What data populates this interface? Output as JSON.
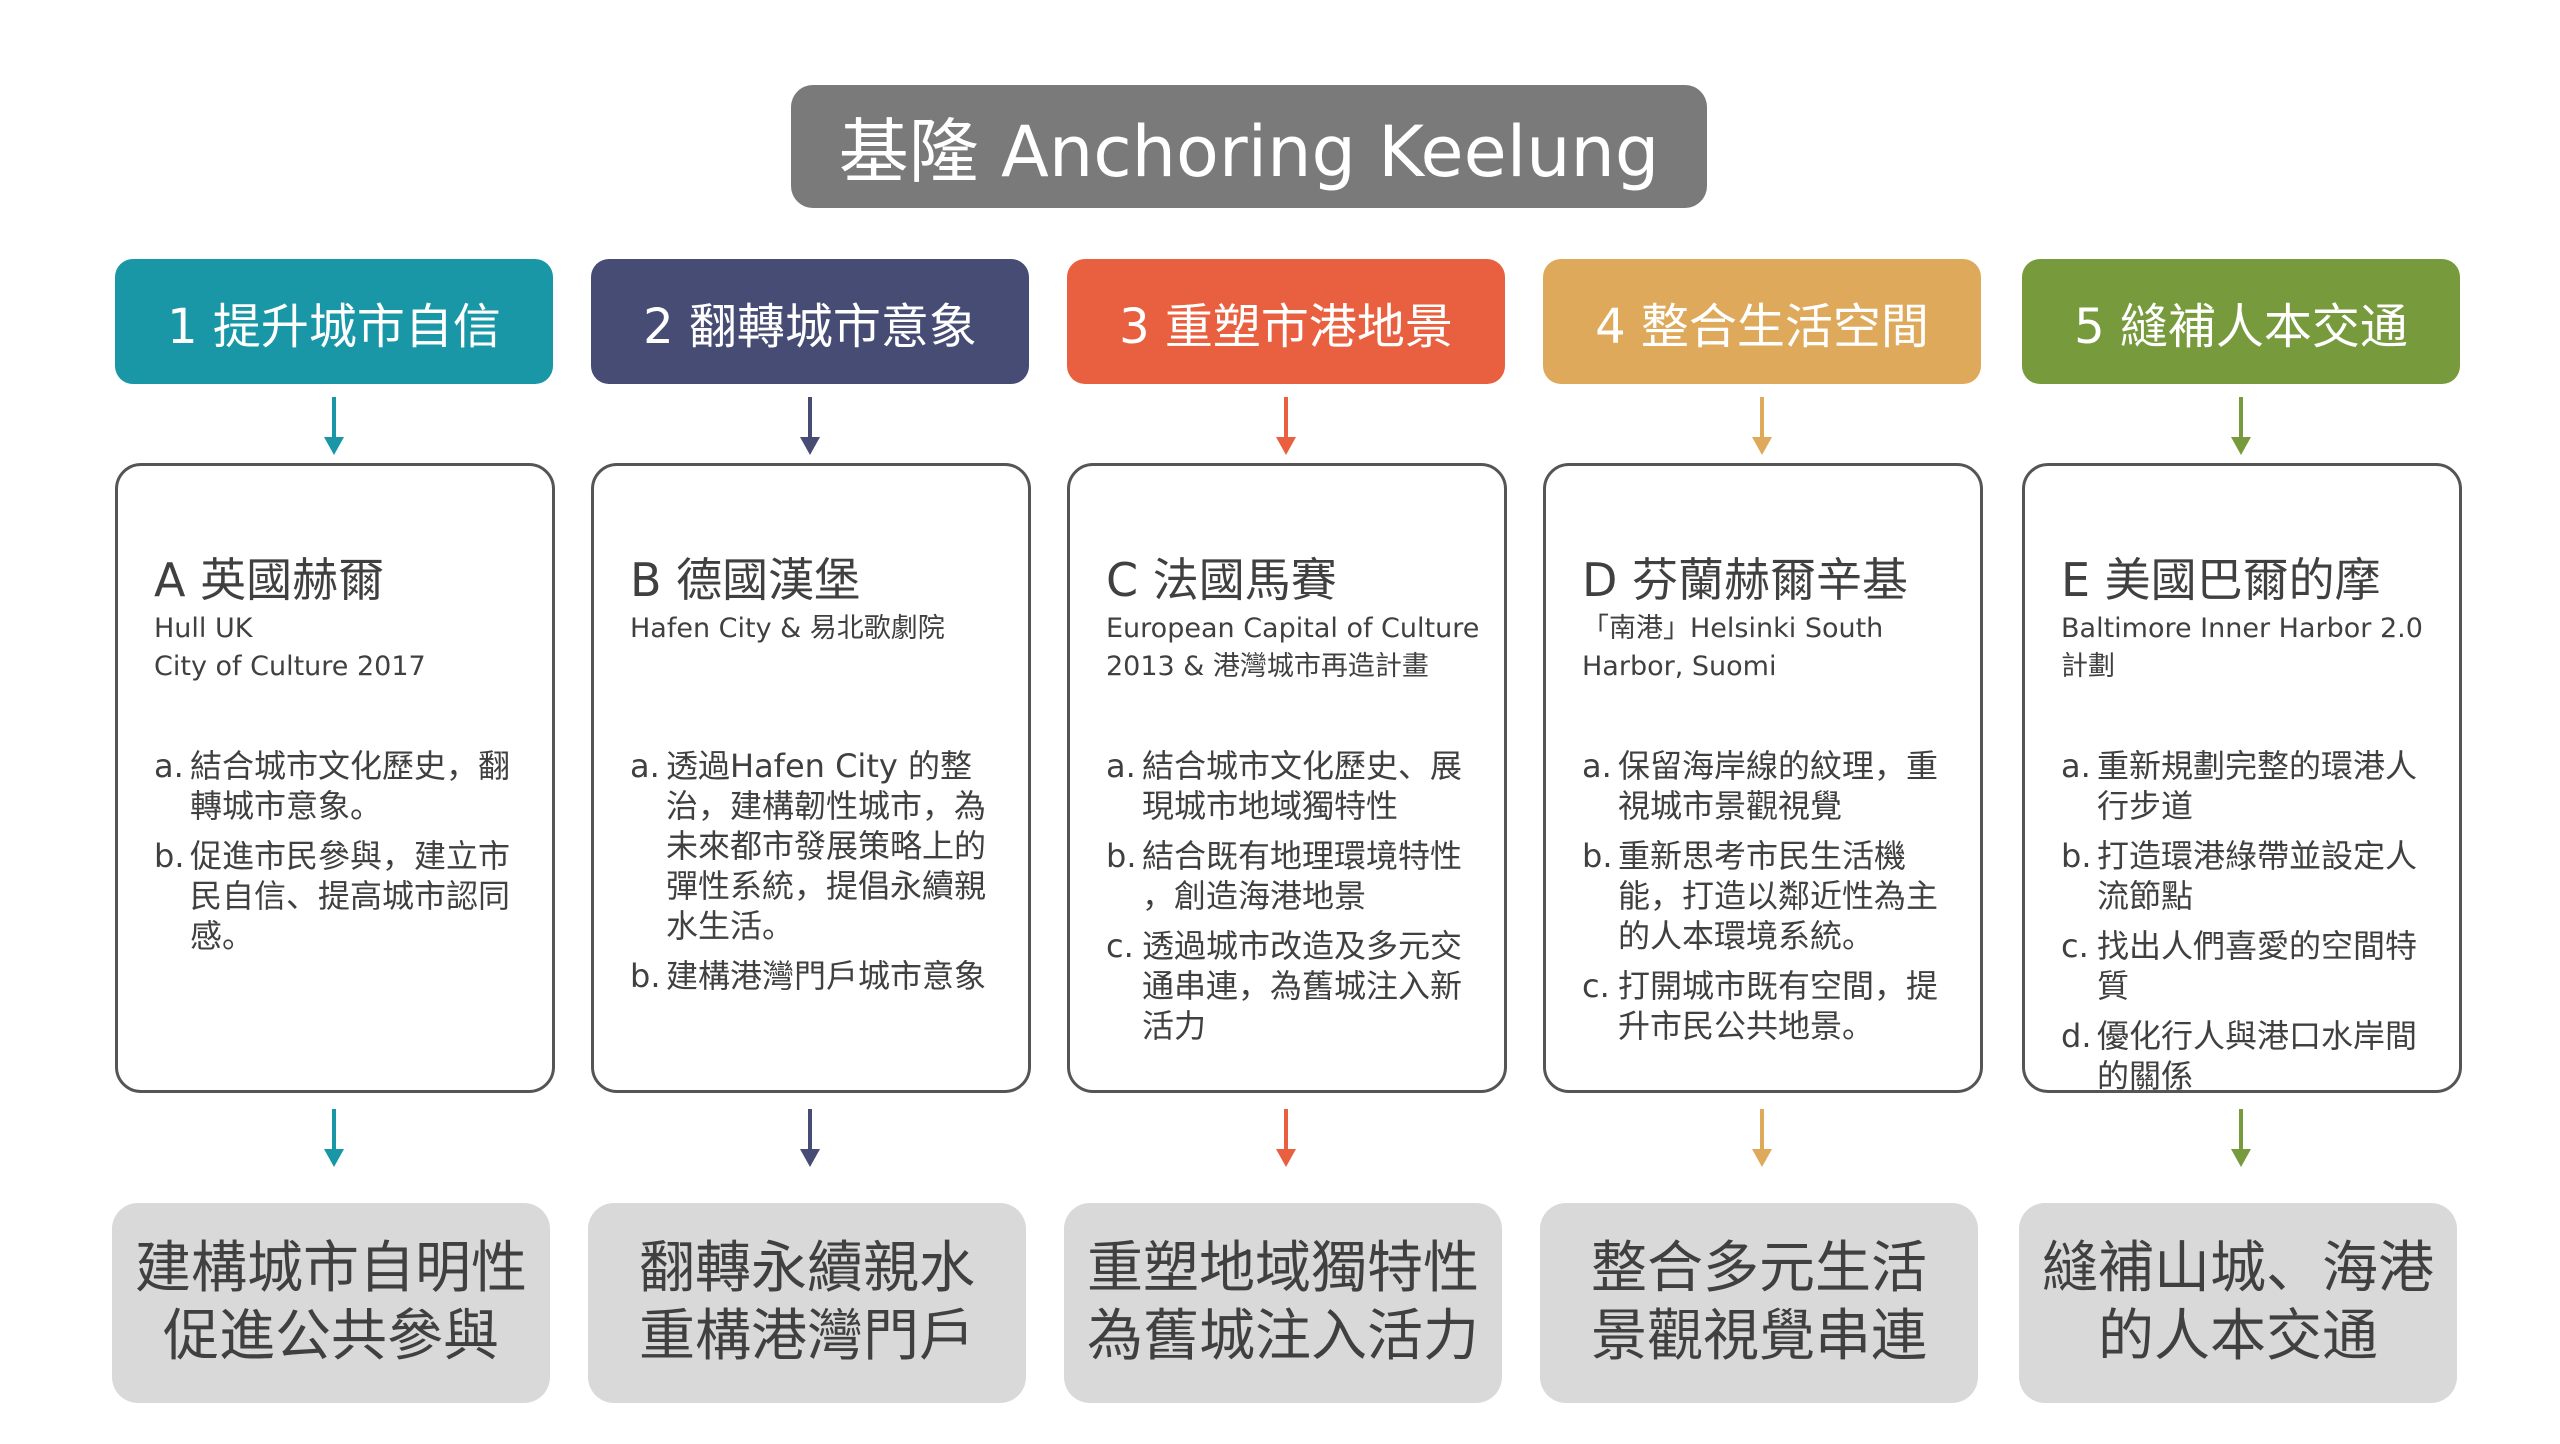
{
  "title": "基隆 Anchoring Keelung",
  "columns": [
    {
      "header": "1 提升城市自信",
      "color": "#1a97a6",
      "case_title": "A 英國赫爾",
      "case_subtitle": [
        "Hull UK",
        "City of Culture 2017"
      ],
      "items": [
        {
          "label": "a.",
          "text": "結合城市文化歷史，翻轉城市意象。"
        },
        {
          "label": "b.",
          "text": "促進市民參與，建立市民自信、提高城市認同感。"
        }
      ],
      "outcome": [
        "建構城市自明性",
        "促進公共參與"
      ]
    },
    {
      "header": "2 翻轉城市意象",
      "color": "#464c74",
      "case_title": "B 德國漢堡",
      "case_subtitle": [
        "Hafen City & 易北歌劇院"
      ],
      "items": [
        {
          "label": "a.",
          "text": "透過Hafen City 的整治，建構韌性城市，為未來都市發展策略上的彈性系統，提倡永續親水生活。"
        },
        {
          "label": "b.",
          "text": "建構港灣門戶城市意象"
        }
      ],
      "outcome": [
        "翻轉永續親水",
        "重構港灣門戶"
      ]
    },
    {
      "header": "3 重塑市港地景",
      "color": "#e8603f",
      "case_title": "C 法國馬賽",
      "case_subtitle": [
        "European Capital of Culture",
        "2013 & 港灣城市再造計畫"
      ],
      "items": [
        {
          "label": "a.",
          "text": "結合城市文化歷史、展現城市地域獨特性"
        },
        {
          "label": "b.",
          "text": "結合既有地理環境特性 ，創造海港地景"
        },
        {
          "label": "c.",
          "text": "透過城市改造及多元交通串連，為舊城注入新活力"
        }
      ],
      "outcome": [
        "重塑地域獨特性",
        "為舊城注入活力"
      ]
    },
    {
      "header": "4 整合生活空間",
      "color": "#dfa95b",
      "case_title": "D 芬蘭赫爾辛基",
      "case_subtitle": [
        "「南港」Helsinki South",
        "Harbor, Suomi"
      ],
      "items": [
        {
          "label": "a.",
          "text": "保留海岸線的紋理，重視城市景觀視覺"
        },
        {
          "label": "b.",
          "text": "重新思考市民生活機能，打造以鄰近性為主的人本環境系統。"
        },
        {
          "label": "c.",
          "text": "打開城市既有空間，提升市民公共地景。"
        }
      ],
      "outcome": [
        "整合多元生活",
        "景觀視覺串連"
      ]
    },
    {
      "header": "5 縫補人本交通",
      "color": "#779a3c",
      "case_title": "E 美國巴爾的摩",
      "case_subtitle": [
        "Baltimore Inner Harbor 2.0",
        "計劃"
      ],
      "items": [
        {
          "label": "a.",
          "text": "重新規劃完整的環港人行步道"
        },
        {
          "label": "b.",
          "text": "打造環港綠帶並設定人流節點"
        },
        {
          "label": "c.",
          "text": "找出人們喜愛的空間特質"
        },
        {
          "label": "d.",
          "text": "優化行人與港口水岸間的關係"
        }
      ],
      "outcome": [
        "縫補山城、海港",
        "的人本交通"
      ]
    }
  ]
}
